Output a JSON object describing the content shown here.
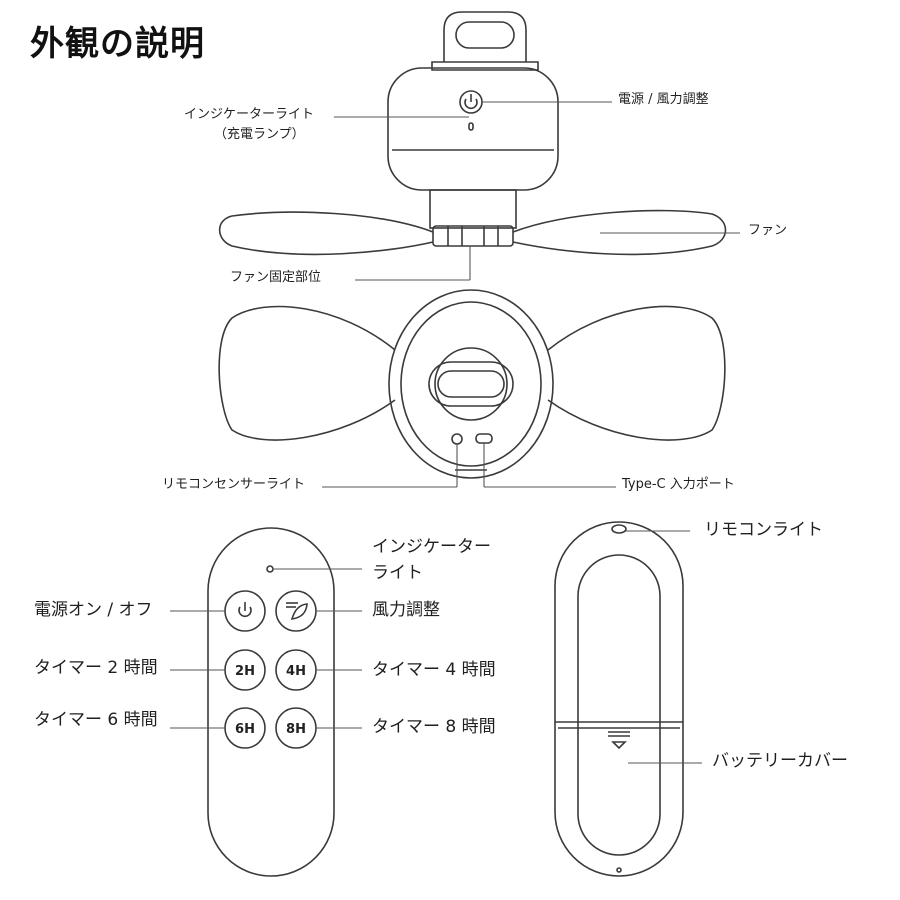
{
  "title": "外観の説明",
  "fan_labels": {
    "indicator_light": "インジケーターライト",
    "indicator_light_sub": "（充電ランプ）",
    "power_wind": "電源 / 風力調整",
    "fan": "ファン",
    "fan_mount": "ファン固定部位",
    "remote_sensor": "リモコンセンサーライト",
    "type_c": "Type-C 入力ポート"
  },
  "remote_labels": {
    "indicator_line1": "インジケーター",
    "indicator_line2": "ライト",
    "power_onoff": "電源オン / オフ",
    "wind_adjust": "風力調整",
    "timer2": "タイマー 2 時間",
    "timer4": "タイマー 4 時間",
    "timer6": "タイマー 6 時間",
    "timer8": "タイマー 8 時間",
    "remote_light": "リモコンライト",
    "battery_cover": "バッテリーカバー"
  },
  "remote_buttons": {
    "b2": "2H",
    "b4": "4H",
    "b6": "6H",
    "b8": "8H"
  },
  "colors": {
    "line": "#3a3a3a",
    "body_fill": "#ffffff"
  },
  "icons": [
    "power-icon",
    "wind-leaf-icon",
    "battery-arrow-icon"
  ]
}
